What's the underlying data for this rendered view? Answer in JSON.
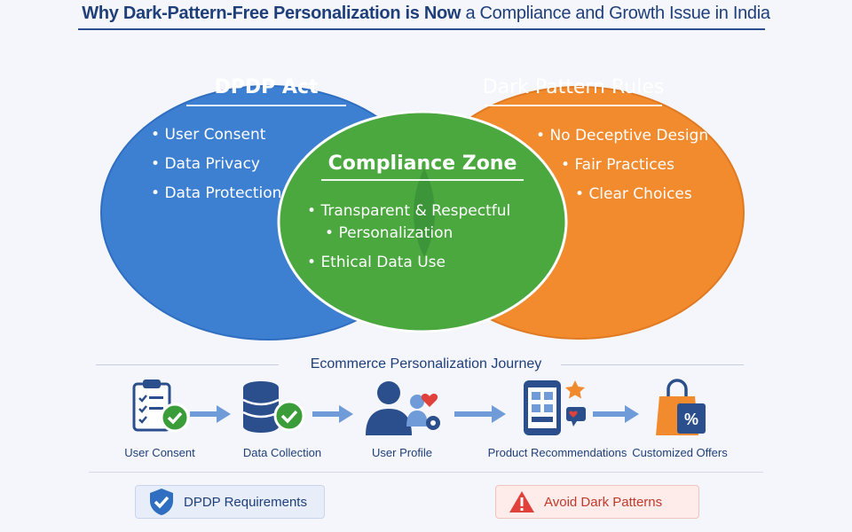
{
  "title": {
    "bold": "Why Dark-Pattern-Free Personalization is Now",
    "rest": "a Compliance and Growth Issue in India"
  },
  "venn": {
    "left": {
      "heading": "DPDP Act",
      "bullets": [
        "User Consent",
        "Data Privacy",
        "Data Protection"
      ],
      "color": "#3d7fd1"
    },
    "right": {
      "heading": "Dark Pattern Rules",
      "bullets": [
        "No Deceptive Design",
        "Fair Practices",
        "Clear Choices"
      ],
      "color": "#f28a2e"
    },
    "center": {
      "heading": "Compliance Zone",
      "bullets": [
        "Transparent & Respectful",
        "Personalization",
        "Ethical Data Use"
      ],
      "color": "#4aa83f"
    }
  },
  "journey": {
    "title": "Ecommerce Personalization Journey",
    "steps": [
      {
        "label": "User Consent",
        "icon": "clipboard-check-icon"
      },
      {
        "label": "Data Collection",
        "icon": "database-check-icon"
      },
      {
        "label": "User Profile",
        "icon": "user-profile-icon"
      },
      {
        "label": "Product Recommendations",
        "icon": "phone-recommendations-icon"
      },
      {
        "label": "Customized Offers",
        "icon": "shopping-bag-percent-icon"
      }
    ]
  },
  "badges": {
    "dpdp": "DPDP Requirements",
    "avoid": "Avoid Dark Patterns"
  }
}
